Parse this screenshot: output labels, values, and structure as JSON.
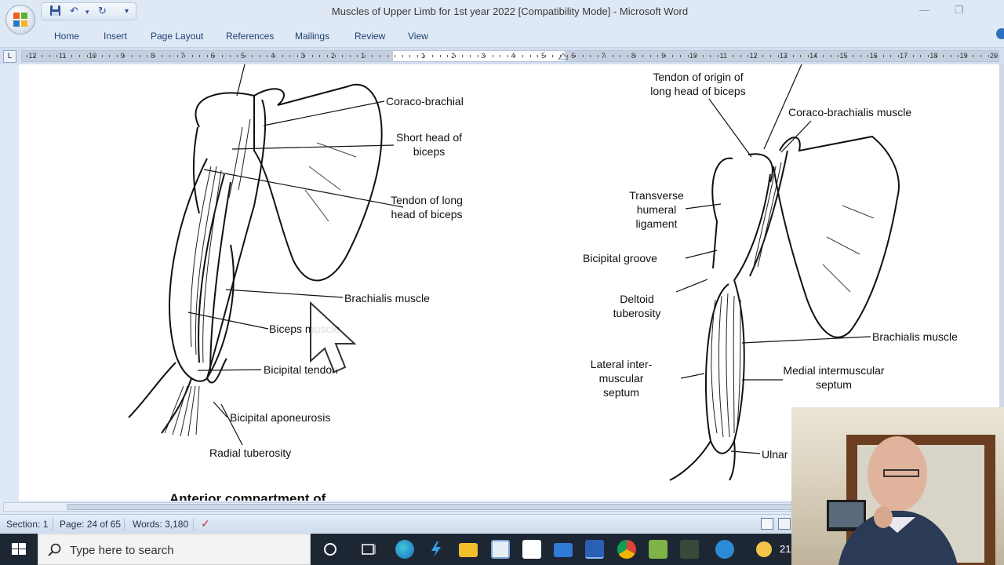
{
  "window": {
    "title": "Muscles of Upper Limb  for 1st year 2022 [Compatibility Mode] - Microsoft Word",
    "minimize_icon": "minimize-icon",
    "restore_icon": "restore-icon"
  },
  "ribbon": {
    "tabs": [
      "Home",
      "Insert",
      "Page Layout",
      "References",
      "Mailings",
      "Review",
      "View"
    ]
  },
  "ruler": {
    "corner": "L",
    "left_numbers": [
      "12",
      "11",
      "10",
      "9",
      "8",
      "7",
      "6",
      "5",
      "4",
      "3",
      "2",
      "1"
    ],
    "right_numbers": [
      "1",
      "2",
      "3",
      "4",
      "5",
      "6",
      "7",
      "8",
      "9",
      "10",
      "11",
      "12",
      "13",
      "14",
      "15",
      "16",
      "17",
      "18",
      "19",
      "20"
    ]
  },
  "figure_left": {
    "labels": {
      "coraco_brachial": "Coraco-brachial",
      "short_head_1": "Short head of",
      "short_head_2": "biceps",
      "tendon_long_1": "Tendon of long",
      "tendon_long_2": "head of biceps",
      "brachialis": "Brachialis muscle",
      "biceps": "Biceps muscle",
      "bicipital_tendon": "Bicipital tendon",
      "bicipital_aponeurosis": "Bicipital aponeurosis",
      "radial_tuberosity": "Radial tuberosity"
    }
  },
  "figure_right": {
    "labels": {
      "tendon_origin_1": "Tendon of origin of",
      "tendon_origin_2": "long head of biceps",
      "coraco_brachialis": "Coraco-brachialis muscle",
      "transverse_1": "Transverse",
      "transverse_2": "humeral",
      "transverse_3": "ligament",
      "bicipital_groove": "Bicipital groove",
      "deltoid_1": "Deltoid",
      "deltoid_2": "tuberosity",
      "brachialis": "Brachialis muscle",
      "lateral_1": "Lateral inter-",
      "lateral_2": "muscular",
      "lateral_3": "septum",
      "medial_1": "Medial intermuscular",
      "medial_2": "septum",
      "ulnar": "Ulnar"
    }
  },
  "partial_heading": "Anterior compartment of",
  "statusbar": {
    "section": "Section: 1",
    "page": "Page: 24 of 65",
    "words": "Words: 3,180"
  },
  "taskbar": {
    "search_placeholder": "Type here to search",
    "clock_partial": "21"
  }
}
